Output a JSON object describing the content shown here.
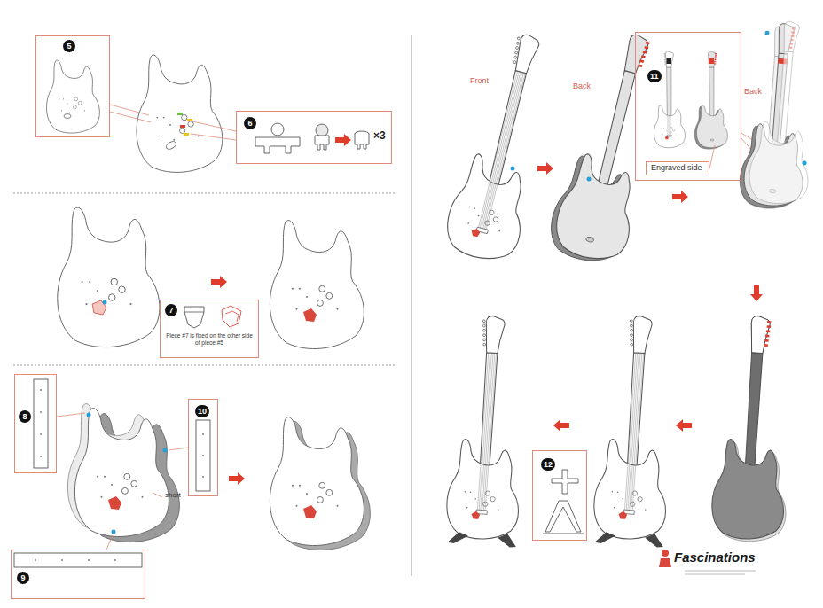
{
  "diagram": {
    "nodes": [
      {
        "text": [
          "5"
        ]
      },
      {
        "text": [
          "6",
          "×3"
        ]
      },
      {
        "text": [
          "7",
          "Piece #7 is fixed on the other side of piece #5"
        ]
      },
      {
        "text": [
          "8"
        ]
      },
      {
        "text": [
          "10"
        ]
      },
      {
        "text": [
          "9"
        ]
      },
      {
        "text": [
          "11"
        ]
      },
      {
        "text": [
          "Engraved side"
        ],
        "in": 6
      },
      {
        "text": [
          "12"
        ]
      }
    ],
    "labels": [
      "short",
      "Front",
      "Back",
      "Back",
      "Fascinations"
    ]
  }
}
